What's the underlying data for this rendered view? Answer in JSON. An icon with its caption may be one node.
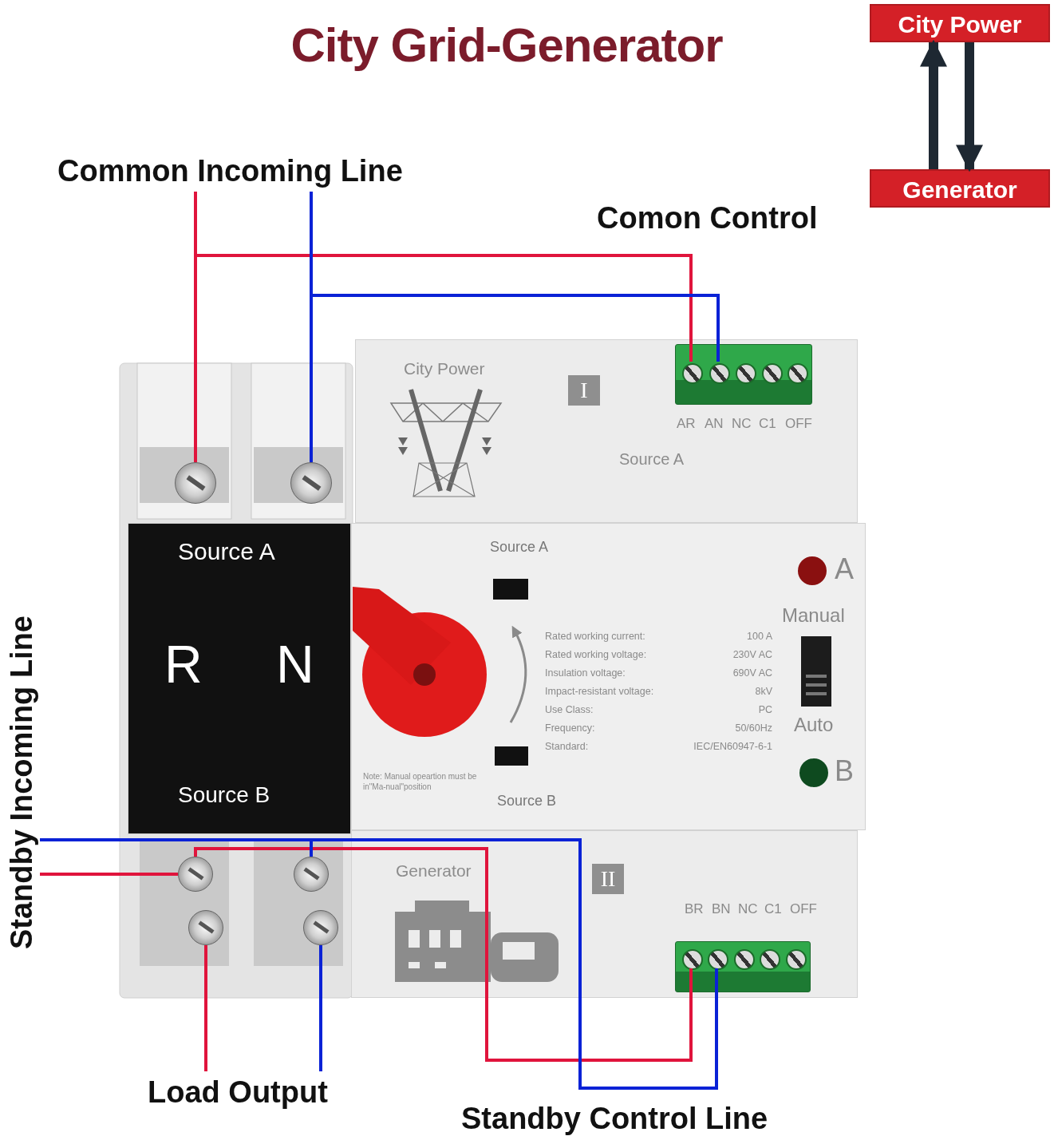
{
  "diagram": {
    "title": "City Grid-Generator",
    "nodes": [
      {
        "text": [
          "Common Incoming Line"
        ]
      },
      {
        "text": [
          "City Power"
        ]
      },
      {
        "text": [
          "Generator"
        ]
      },
      {
        "text": [
          "City Power",
          "Source A"
        ]
      },
      {
        "text": [],
        "shape": "box",
        "in": 3
      },
      {
        "text": [],
        "shape": "circle",
        "in": 4
      },
      {
        "text": [],
        "shape": "circle",
        "in": 4
      },
      {
        "text": [],
        "shape": "circle",
        "in": 4
      },
      {
        "text": [],
        "shape": "circle",
        "in": 4
      },
      {
        "text": [],
        "shape": "circle",
        "in": 4
      },
      {
        "text": [],
        "shape": "circle"
      },
      {
        "text": [],
        "shape": "circle"
      },
      {
        "text": [
          "Source A",
          "R",
          "N",
          "Source B"
        ]
      },
      {
        "text": [
          "Source A",
          "Source B"
        ]
      },
      {
        "text": [
          "Generator"
        ]
      },
      {
        "text": [],
        "shape": "box",
        "in": 14
      },
      {
        "text": [],
        "shape": "circle",
        "in": 15
      },
      {
        "text": [],
        "shape": "circle",
        "in": 15
      },
      {
        "text": [],
        "shape": "circle",
        "in": 15
      },
      {
        "text": [],
        "shape": "circle",
        "in": 15
      },
      {
        "text": [],
        "shape": "circle",
        "in": 15
      },
      {
        "text": [],
        "shape": "circle"
      },
      {
        "text": [],
        "shape": "circle"
      },
      {
        "text": [],
        "shape": "circle"
      },
      {
        "text": [],
        "shape": "circle"
      },
      {
        "text": [
          "Standby Incoming Line"
        ]
      },
      {
        "text": [
          "Load Output"
        ]
      }
    ],
    "edges": [
      {
        "from": 0,
        "to": 10,
        "arrow": "none",
        "color": "#e0143c"
      },
      {
        "from": 0,
        "to": 5,
        "arrow": "none",
        "color": "#e0143c"
      },
      {
        "from": 0,
        "to": 11,
        "arrow": "none",
        "color": "#0a22d6"
      },
      {
        "from": 0,
        "to": 6,
        "arrow": "none",
        "color": "#0a22d6"
      },
      {
        "from": 25,
        "to": 21,
        "arrow": "none",
        "color": "#e0143c"
      },
      {
        "from": 21,
        "to": 16,
        "arrow": "none",
        "color": "#e0143c"
      },
      {
        "from": 25,
        "to": 22,
        "arrow": "none",
        "color": "#0a22d6"
      },
      {
        "from": 25,
        "to": 17,
        "arrow": "none",
        "color": "#0a22d6"
      },
      {
        "from": 23,
        "to": 26,
        "arrow": "none",
        "color": "#e0143c"
      },
      {
        "from": 24,
        "to": 26,
        "arrow": "none",
        "color": "#0a22d6"
      },
      {
        "from": 2,
        "to": 1,
        "arrow": "to",
        "style": "thick",
        "color": "#1e2832"
      },
      {
        "from": 1,
        "to": 2,
        "arrow": "to",
        "style": "thick",
        "color": "#1e2832"
      }
    ],
    "labels": [
      "Comon Control",
      "I",
      "AR",
      "AN",
      "NC",
      "C1",
      "OFF",
      "Rated working current:",
      "100 A",
      "Rated working voltage:",
      "230V AC",
      "Insulation voltage:",
      "690V AC",
      "Impact-resistant voltage:",
      "8kV",
      "Use Class:",
      "PC",
      "Frequency:",
      "50/60Hz",
      "Standard:",
      "IEC/EN60947-6-1",
      "A",
      "Manual",
      "Auto",
      "B",
      "Note: Manual opeartion must be in\"Ma-nual\"position",
      "II",
      "BR",
      "BN",
      "NC",
      "C1",
      "OFF",
      "Standby Control Line"
    ]
  }
}
